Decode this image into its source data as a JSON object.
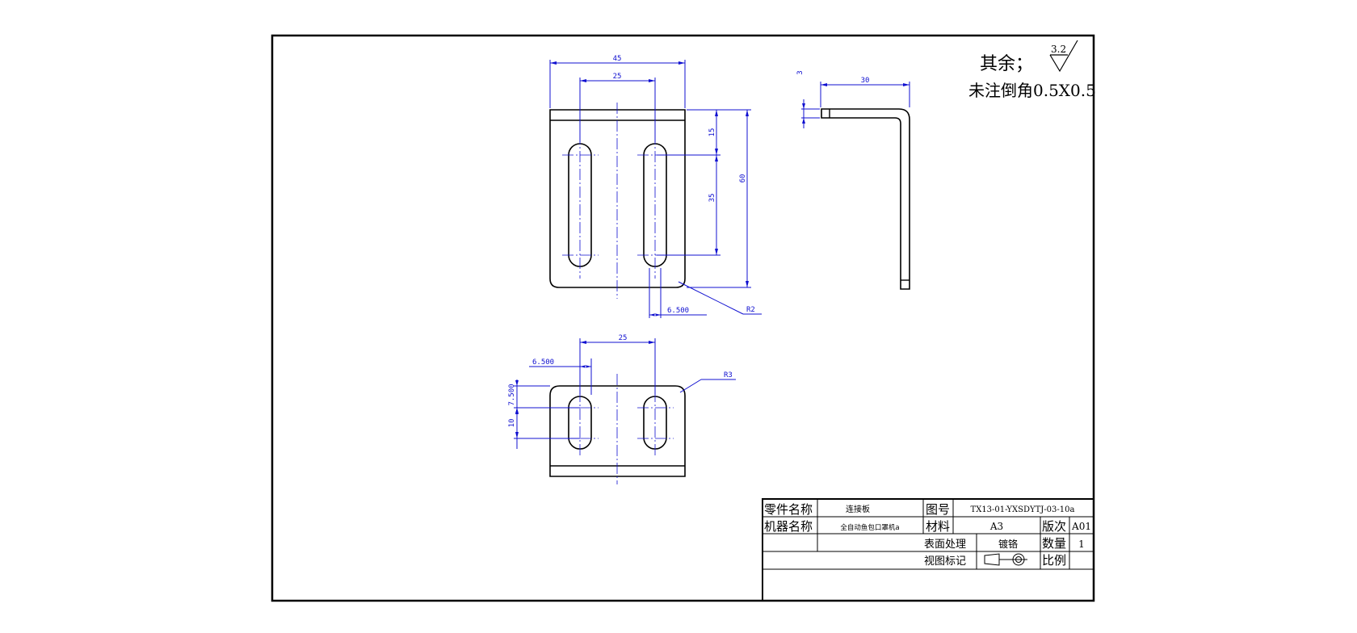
{
  "notes": {
    "remaining_roughness_label": "其余；",
    "roughness_value": "3.2",
    "chamfer_note": "未注倒角0.5X0.5"
  },
  "dimensions": {
    "front_width": "45",
    "front_hole_spacing": "25",
    "front_top_to_hole": "15",
    "front_slot_length": "35",
    "front_height": "60",
    "front_edge_to_hole": "6.500",
    "front_corner_radius": "R2",
    "side_thickness": "3",
    "side_flange": "30",
    "bottom_hole_spacing": "25",
    "bottom_edge_to_hole": "6.500",
    "bottom_corner_radius": "R3",
    "bottom_offset": "7.500",
    "bottom_slot_length": "10"
  },
  "title_block": {
    "part_name_label": "零件名称",
    "part_name": "连接板",
    "drawing_no_label": "图号",
    "drawing_no": "TX13-01-YXSDYTJ-03-10a",
    "machine_name_label": "机器名称",
    "machine_name": "全自动鱼包口罩机a",
    "material_label": "材料",
    "material": "A3",
    "revision_label": "版次",
    "revision": "A01",
    "surface_label": "表面处理",
    "surface": "镀铬",
    "quantity_label": "数量",
    "quantity": "1",
    "view_mark_label": "视图标记",
    "scale_label": "比例",
    "scale": ""
  }
}
